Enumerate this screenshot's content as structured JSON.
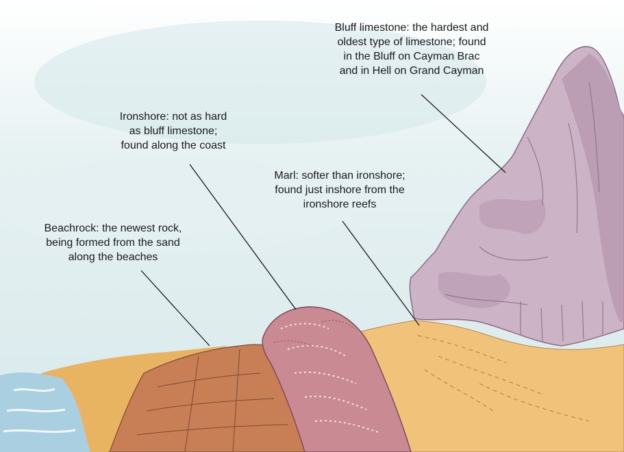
{
  "labels": {
    "bluff": {
      "lines": [
        "Bluff limestone: the hardest and",
        "oldest type of limestone; found",
        "in the Bluff on Cayman Brac",
        "and in Hell on Grand Cayman"
      ]
    },
    "ironshore": {
      "lines": [
        "Ironshore: not as hard",
        "as bluff limestone;",
        "found along the coast"
      ]
    },
    "marl": {
      "lines": [
        "Marl: softer than ironshore;",
        "found just inshore from the",
        "ironshore reefs"
      ]
    },
    "beachrock": {
      "lines": [
        "Beachrock: the newest rock,",
        "being formed from the sand",
        "along the beaches"
      ]
    }
  },
  "colors": {
    "sky": "#dcecee",
    "sea": "#a9cfe0",
    "sand": "#e8b462",
    "beachrock": "#c97f55",
    "ironshore": "#c98a94",
    "marl": "#f0c27a",
    "bluff": "#cdb3c6",
    "pointer": "#1a1a1a"
  }
}
